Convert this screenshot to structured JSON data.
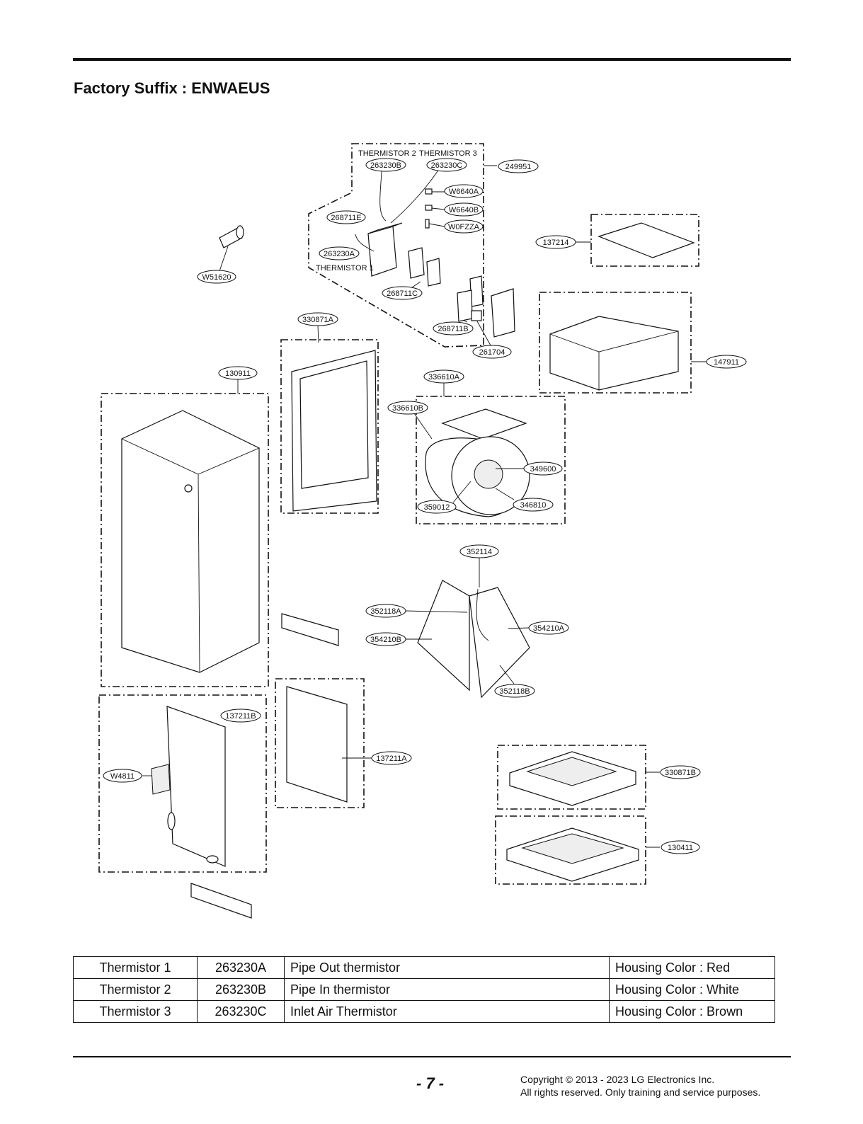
{
  "page": {
    "title": "Factory Suffix : ENWAEUS",
    "page_number": "- 7 -",
    "copyright_line1": "Copyright © 2013 - 2023 LG Electronics Inc.",
    "copyright_line2": "All rights reserved. Only training and service purposes."
  },
  "diagram": {
    "captions": {
      "thermistor2": "THERMISTOR 2",
      "thermistor3": "THERMISTOR 3",
      "thermistor1": "THERMISTOR 1"
    },
    "labels": {
      "p263230B": "263230B",
      "p263230C": "263230C",
      "p249951": "249951",
      "pW6640A": "W6640A",
      "pW6640B": "W6640B",
      "pW0FZZA": "W0FZZA",
      "p268711E": "268711E",
      "p263230A": "263230A",
      "pW51620": "W51620",
      "p268711C": "268711C",
      "p137214": "137214",
      "p330871A": "330871A",
      "p268711B": "268711B",
      "p261704": "261704",
      "p147911": "147911",
      "p130911": "130911",
      "p336610A": "336610A",
      "p336610B": "336610B",
      "p349600": "349600",
      "p359012": "359012",
      "p346810": "346810",
      "p352114": "352114",
      "p352118A": "352118A",
      "p354210A": "354210A",
      "p354210B": "354210B",
      "p352118B": "352118B",
      "p137211B": "137211B",
      "p137211A": "137211A",
      "pW4811": "W4811",
      "p330871B": "330871B",
      "p130411": "130411"
    }
  },
  "table": {
    "rows": [
      {
        "name": "Thermistor 1",
        "code": "263230A",
        "desc": "Pipe Out thermistor",
        "housing": "Housing Color : Red"
      },
      {
        "name": "Thermistor 2",
        "code": "263230B",
        "desc": "Pipe In thermistor",
        "housing": "Housing Color : White"
      },
      {
        "name": "Thermistor 3",
        "code": "263230C",
        "desc": "Inlet Air Thermistor",
        "housing": "Housing Color : Brown"
      }
    ]
  }
}
